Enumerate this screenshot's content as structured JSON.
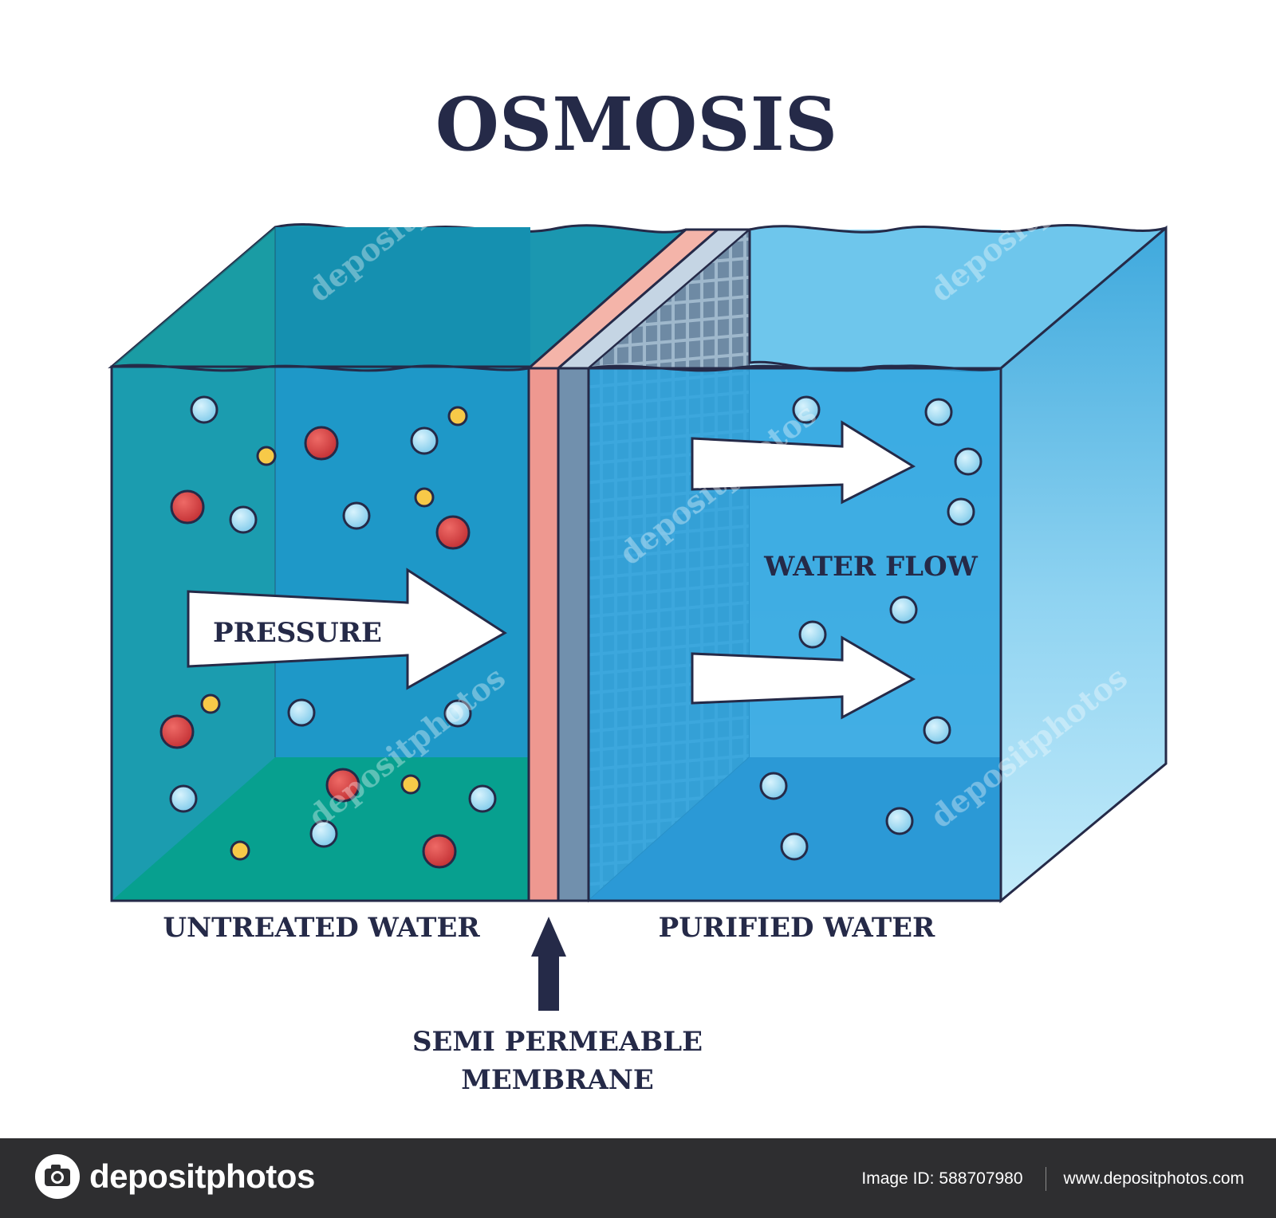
{
  "title": "OSMOSIS",
  "labels": {
    "pressure": "PRESSURE",
    "water_flow": "WATER FLOW",
    "untreated_water": "UNTREATED WATER",
    "purified_water": "PURIFIED WATER",
    "membrane_line1": "SEMI PERMEABLE",
    "membrane_line2": "MEMBRANE"
  },
  "colors": {
    "outline": "#252a48",
    "untreated_front": "#1f9bc5",
    "untreated_floor": "#07a08f",
    "untreated_back": "#168fa8",
    "membrane_pink": "#ef9a94",
    "membrane_gray": "#6f8aa8",
    "purified_front": "#2aa3df",
    "purified_side": "#7dd1ef",
    "molecule_blue": "#8fd6f2",
    "molecule_red": "#d13b3d",
    "molecule_yellow": "#f7c948"
  },
  "watermark": "depositphotos",
  "footer": {
    "brand": "depositphotos",
    "image_id_label": "Image ID:",
    "image_id": "588707980",
    "url": "www.depositphotos.com"
  }
}
